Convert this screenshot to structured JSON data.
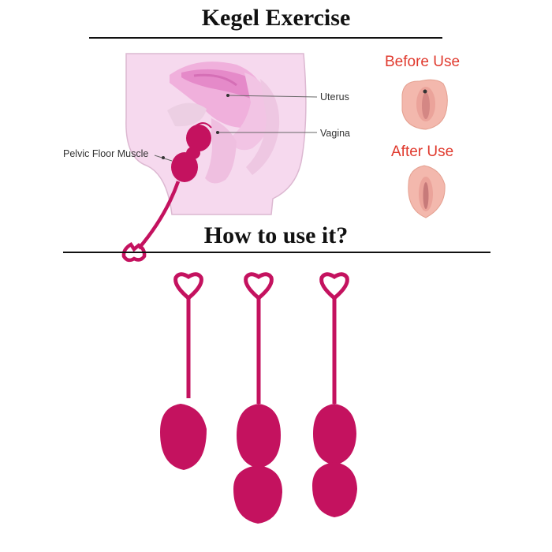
{
  "header": {
    "title": "Kegel Exercise"
  },
  "anatomy": {
    "uterus_label": "Uterus",
    "vagina_label": "Vagina",
    "pelvic_label": "Pelvic Floor Muscle"
  },
  "comparison": {
    "before_label": "Before Use",
    "after_label": "After Use"
  },
  "section2": {
    "title": "How to use it?"
  },
  "colors": {
    "product": "#c4125f",
    "accent_text": "#e03a2e",
    "anatomy_bg": "#f6d9ee"
  }
}
